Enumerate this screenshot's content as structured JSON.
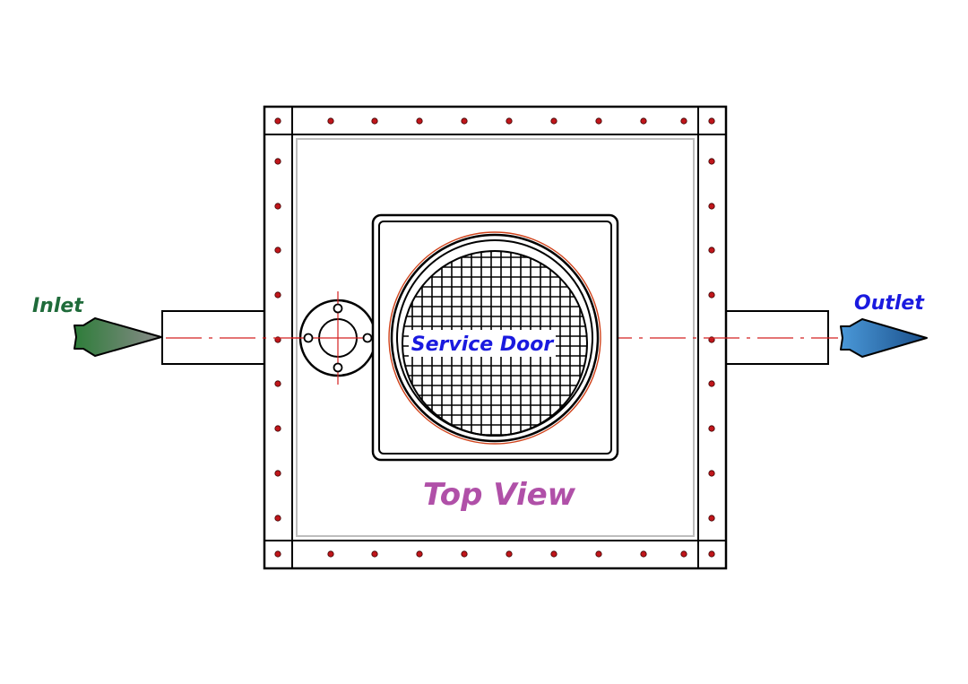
{
  "labels": {
    "inlet": "Inlet",
    "outlet": "Outlet",
    "service_door": "Service Door",
    "view": "Top View"
  },
  "colors": {
    "inlet_label": "#1f6b3a",
    "outlet_label": "#1a1adf",
    "service_door_label": "#1a1adf",
    "view_label": "#b050a8",
    "bolt": "#c0161b",
    "centerline": "#d42020",
    "outline": "#000000",
    "inner_frame": "#bdbdbd",
    "door_seal": "#d0421a",
    "inlet_arrow_start": "#2e7d3a",
    "inlet_arrow_end": "#8a8a8a",
    "outlet_arrow_start": "#4a98d8",
    "outlet_arrow_end": "#1a4f8a"
  },
  "icons": {
    "inlet_arrow": "arrow-right-icon",
    "outlet_arrow": "arrow-right-icon",
    "bolt": "bolt-hole-icon",
    "flange": "round-flange-icon",
    "grid": "mesh-grid-icon"
  }
}
